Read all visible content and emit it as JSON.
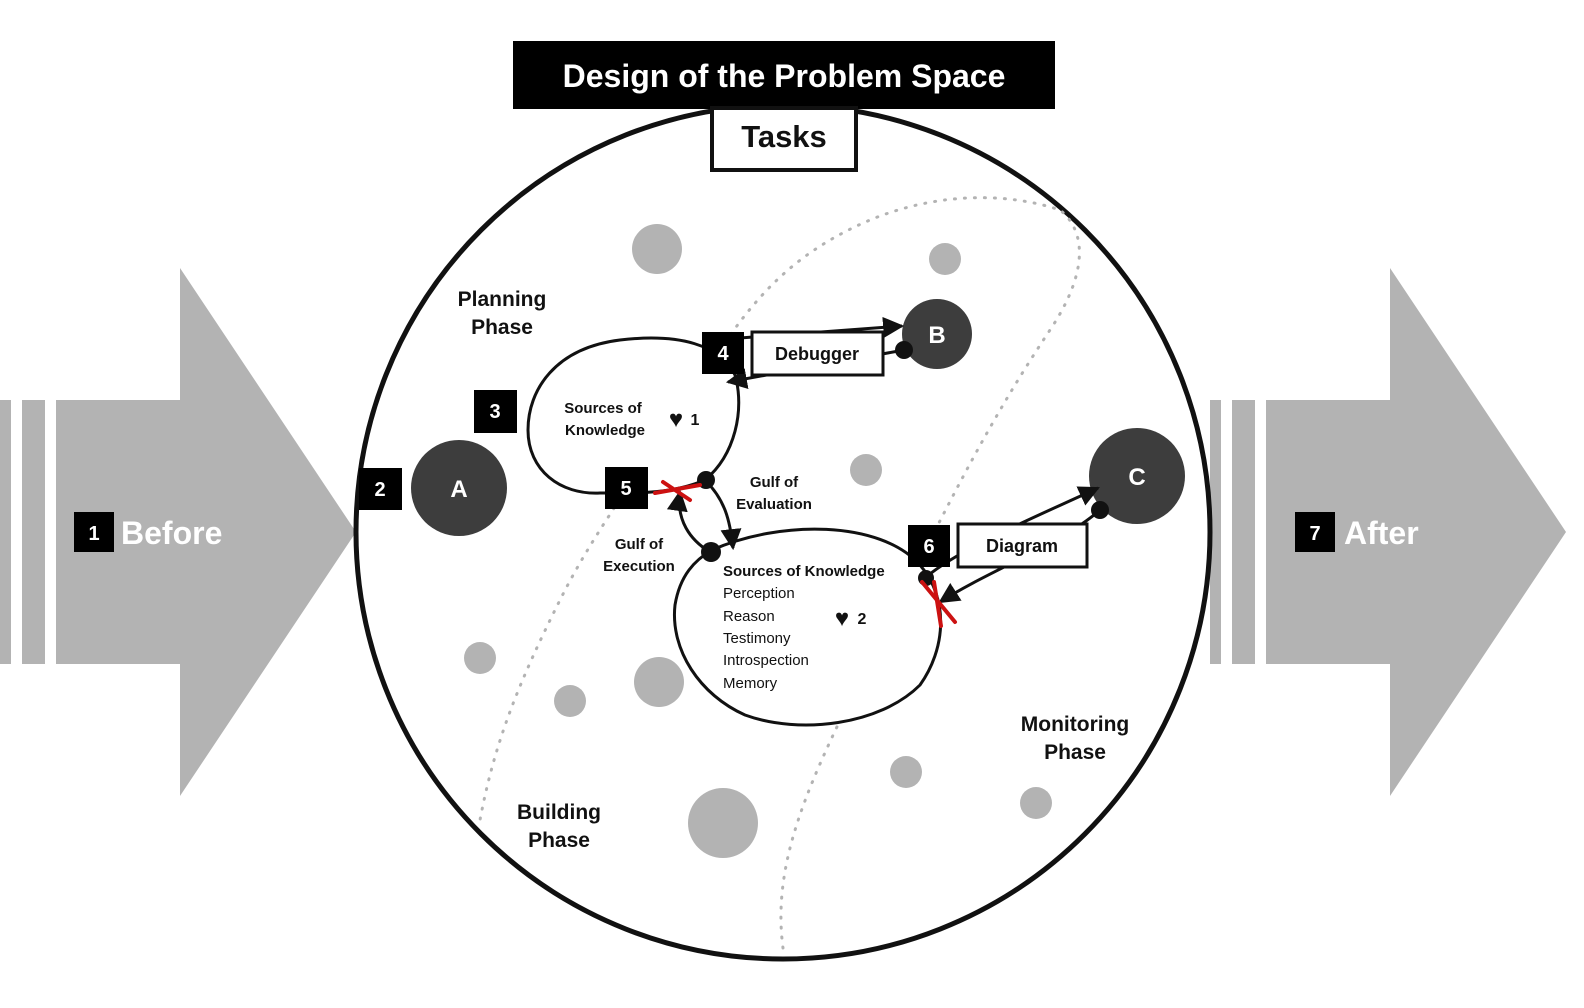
{
  "title": "Design of the Problem Space",
  "tasks_label": "Tasks",
  "before": {
    "number": "1",
    "label": "Before"
  },
  "after": {
    "number": "7",
    "label": "After"
  },
  "phases": {
    "planning": [
      "Planning",
      "Phase"
    ],
    "building": [
      "Building",
      "Phase"
    ],
    "monitoring": [
      "Monitoring",
      "Phase"
    ]
  },
  "nodes": {
    "a": "A",
    "b": "B",
    "c": "C"
  },
  "badges": {
    "b2": "2",
    "b3": "3",
    "b4": "4",
    "b5": "5",
    "b6": "6"
  },
  "tools": {
    "debugger": "Debugger",
    "diagram": "Diagram"
  },
  "knowledge1": {
    "lines": [
      "Sources of",
      "Knowledge"
    ],
    "heart": "♥",
    "count": "1"
  },
  "knowledge2": {
    "title": "Sources of Knowledge",
    "items": [
      "Perception",
      "Reason",
      "Testimony",
      "Introspection",
      "Memory"
    ],
    "heart": "♥",
    "count": "2"
  },
  "gulfs": {
    "evaluation": [
      "Gulf of",
      "Evaluation"
    ],
    "execution": [
      "Gulf of",
      "Execution"
    ]
  },
  "colors": {
    "gray": "#b3b3b3",
    "dark": "#3d3d3d",
    "black": "#000000",
    "red": "#cc1111"
  }
}
